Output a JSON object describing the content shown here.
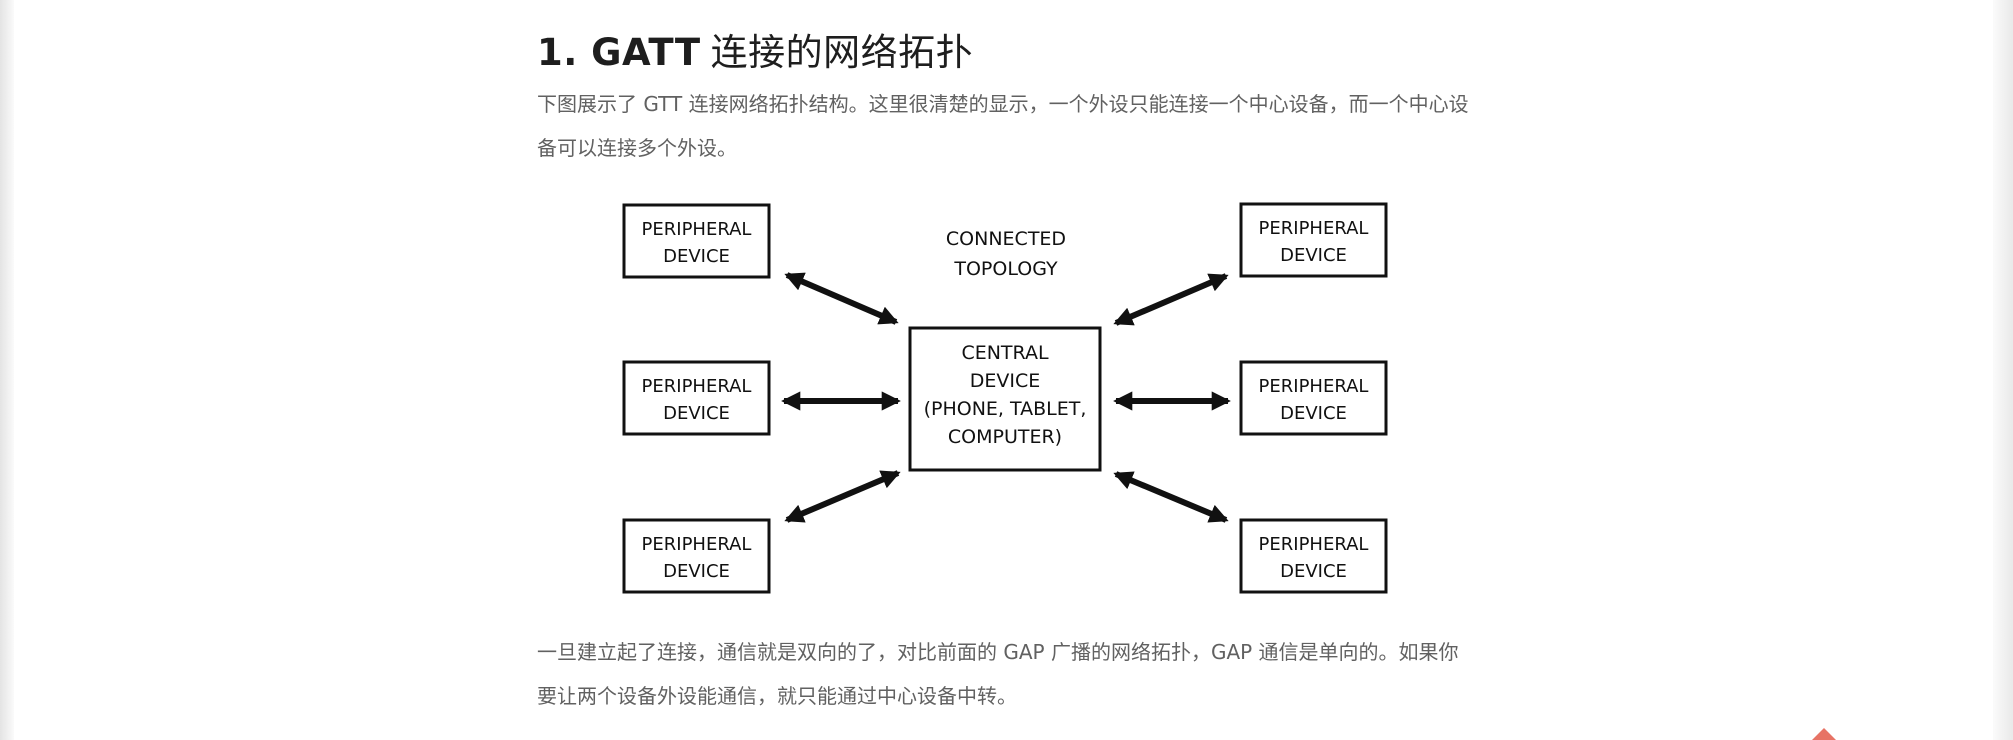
{
  "article": {
    "heading_number": "1. GATT",
    "heading_text": "连接的网络拓扑",
    "intro": "下图展示了 GTT 连接网络拓扑结构。这里很清楚的显示，一个外设只能连接一个中心设备，而一个中心设备可以连接多个外设。",
    "outro": "一旦建立起了连接，通信就是双向的了，对比前面的 GAP 广播的网络拓扑，GAP 通信是单向的。如果你要让两个设备外设能通信，就只能通过中心设备中转。"
  },
  "diagram": {
    "caption": [
      "CONNECTED",
      "TOPOLOGY"
    ],
    "central": [
      "CENTRAL",
      "DEVICE",
      "(PHONE, TABLET,",
      "COMPUTER)"
    ],
    "peripheral_label": [
      "PERIPHERAL",
      "DEVICE"
    ]
  },
  "colors": {
    "heading": "#1e1e1e",
    "body_text": "#616161",
    "diagram_ink": "#111111",
    "background": "#ffffff"
  }
}
